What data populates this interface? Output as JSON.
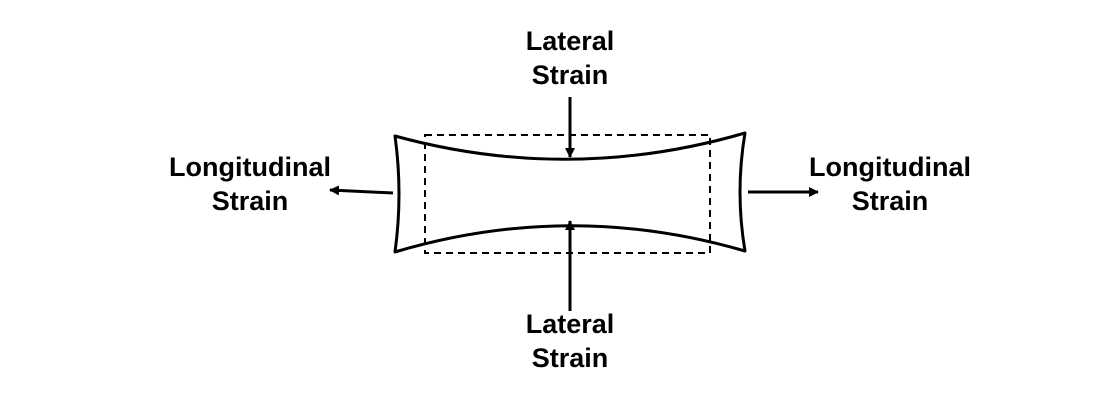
{
  "labels": {
    "lateral_top": {
      "line1": "Lateral",
      "line2": "Strain"
    },
    "lateral_bottom": {
      "line1": "Lateral",
      "line2": "Strain"
    },
    "longitudinal_left": {
      "line1": "Longitudinal",
      "line2": "Strain"
    },
    "longitudinal_right": {
      "line1": "Longitudinal",
      "line2": "Strain"
    }
  },
  "colors": {
    "stroke": "#000000",
    "background": "#ffffff"
  }
}
